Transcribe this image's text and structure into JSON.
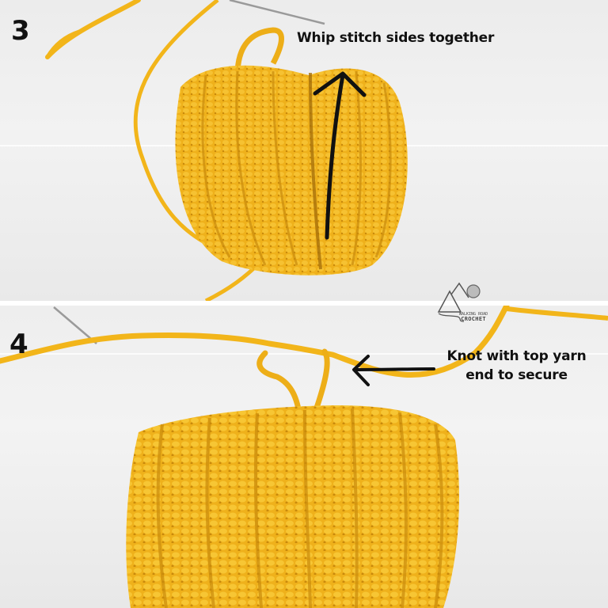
{
  "steps": [
    {
      "number": "3",
      "caption": "Whip stitch sides together",
      "arrow_direction": "up"
    },
    {
      "number": "4",
      "caption_line1": "Knot with top yarn",
      "caption_line2": "end to secure",
      "arrow_direction": "left"
    }
  ],
  "watermark": {
    "line1": "WALKING ROAD",
    "line2": "CROCHET"
  },
  "colors": {
    "yarn": "#F2B51A",
    "yarn_shadow": "#D9980E",
    "background": "#EEEEEE",
    "text": "#111111"
  }
}
